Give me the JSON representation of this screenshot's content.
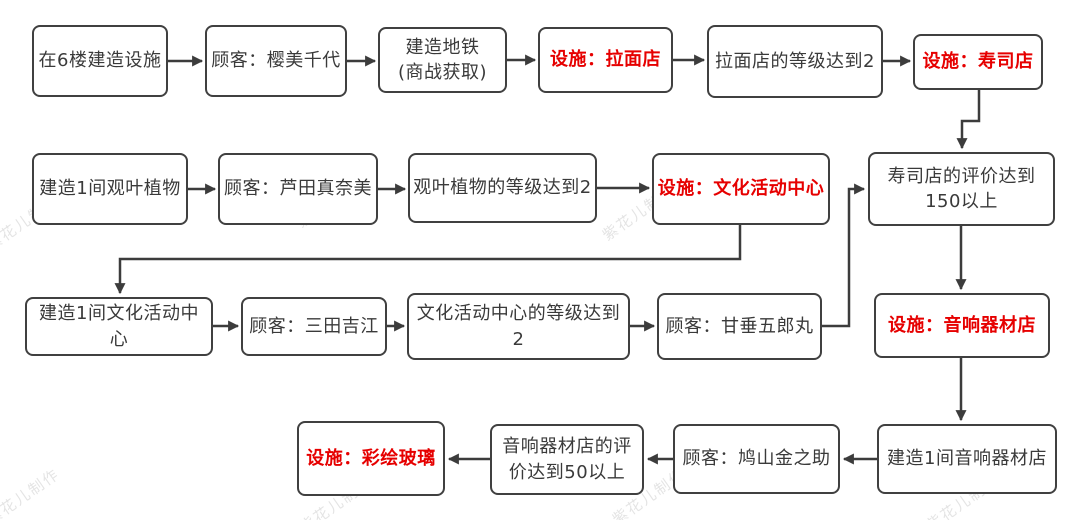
{
  "watermark": "紫花儿制作",
  "colors": {
    "background": "#ffffff",
    "node_border": "#404040",
    "node_text": "#3a3a3a",
    "highlight_text": "#e60000",
    "arrow": "#3c3c3c"
  },
  "nodes": [
    {
      "id": "build-on-6f",
      "label": "在6楼建造设施",
      "type": "task"
    },
    {
      "id": "customer-yingmei-qiandai",
      "label": "顾客：樱美千代",
      "type": "customer"
    },
    {
      "id": "build-subway",
      "label": "建造地铁\n(商战获取)",
      "type": "task"
    },
    {
      "id": "facility-ramen-shop",
      "label": "设施：拉面店",
      "type": "facility-reward"
    },
    {
      "id": "ramen-shop-level-2",
      "label": "拉面店的等级达到2",
      "type": "condition"
    },
    {
      "id": "facility-sushi-shop",
      "label": "设施：寿司店",
      "type": "facility-reward"
    },
    {
      "id": "build-foliage-plant",
      "label": "建造1间观叶植物",
      "type": "task"
    },
    {
      "id": "customer-lutian-zhennaimei",
      "label": "顾客：芦田真奈美",
      "type": "customer"
    },
    {
      "id": "foliage-plant-level-2",
      "label": "观叶植物的等级达到2",
      "type": "condition"
    },
    {
      "id": "facility-culture-center",
      "label": "设施：文化活动中心",
      "type": "facility-reward"
    },
    {
      "id": "sushi-rating-150",
      "label": "寿司店的评价达到\n150以上",
      "type": "condition"
    },
    {
      "id": "build-culture-center",
      "label": "建造1间文化活动中心",
      "type": "task"
    },
    {
      "id": "customer-santian-jijiang",
      "label": "顾客：三田吉江",
      "type": "customer"
    },
    {
      "id": "culture-center-level-2",
      "label": "文化活动中心的等级达到2",
      "type": "condition"
    },
    {
      "id": "customer-ganchui-wulangwan",
      "label": "顾客：甘垂五郎丸",
      "type": "customer"
    },
    {
      "id": "facility-audio-store",
      "label": "设施：音响器材店",
      "type": "facility-reward"
    },
    {
      "id": "facility-stained-glass",
      "label": "设施：彩绘玻璃",
      "type": "facility-reward"
    },
    {
      "id": "audio-store-rating-50",
      "label": "音响器材店的评\n价达到50以上",
      "type": "condition"
    },
    {
      "id": "customer-jiushan-jinzhizhu",
      "label": "顾客：鸠山金之助",
      "type": "customer"
    },
    {
      "id": "build-audio-store",
      "label": "建造1间音响器材店",
      "type": "task"
    }
  ],
  "edges": [
    {
      "from": "build-on-6f",
      "to": "customer-yingmei-qiandai"
    },
    {
      "from": "customer-yingmei-qiandai",
      "to": "build-subway"
    },
    {
      "from": "build-subway",
      "to": "facility-ramen-shop"
    },
    {
      "from": "facility-ramen-shop",
      "to": "ramen-shop-level-2"
    },
    {
      "from": "ramen-shop-level-2",
      "to": "facility-sushi-shop"
    },
    {
      "from": "facility-sushi-shop",
      "to": "sushi-rating-150"
    },
    {
      "from": "build-foliage-plant",
      "to": "customer-lutian-zhennaimei"
    },
    {
      "from": "customer-lutian-zhennaimei",
      "to": "foliage-plant-level-2"
    },
    {
      "from": "foliage-plant-level-2",
      "to": "facility-culture-center"
    },
    {
      "from": "facility-culture-center",
      "to": "build-culture-center"
    },
    {
      "from": "build-culture-center",
      "to": "customer-santian-jijiang"
    },
    {
      "from": "customer-santian-jijiang",
      "to": "culture-center-level-2"
    },
    {
      "from": "culture-center-level-2",
      "to": "customer-ganchui-wulangwan"
    },
    {
      "from": "customer-ganchui-wulangwan",
      "to": "sushi-rating-150"
    },
    {
      "from": "sushi-rating-150",
      "to": "facility-audio-store"
    },
    {
      "from": "facility-audio-store",
      "to": "build-audio-store"
    },
    {
      "from": "build-audio-store",
      "to": "customer-jiushan-jinzhizhu"
    },
    {
      "from": "customer-jiushan-jinzhizhu",
      "to": "audio-store-rating-50"
    },
    {
      "from": "audio-store-rating-50",
      "to": "facility-stained-glass"
    }
  ]
}
